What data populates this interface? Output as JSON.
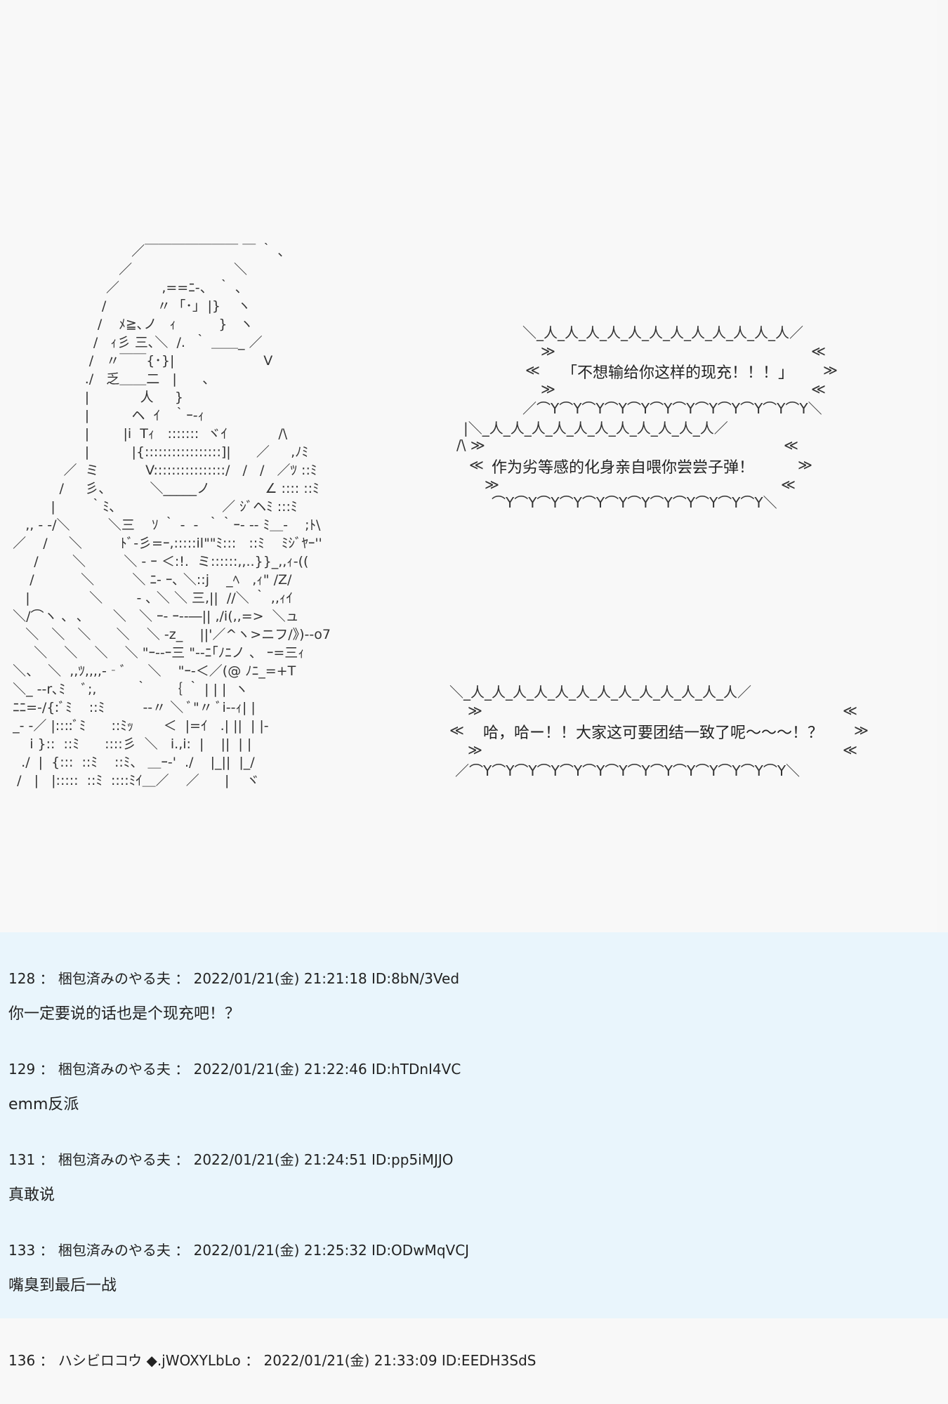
{
  "ascii_art": {
    "lines": [
      "                              ／￣￣￣￣￣￣￣ ￣ ｀ 、",
      "                           ／                        ＼",
      "                        ／          ,==ﾆ-、 ｀ 、",
      "                       /            〃  ｢･｣  |}    ヽ",
      "                      /    ﾒ≧､ノ   ｨ          }   ヽ",
      "                     /   ｨ彡 三､＼  /.  ｀ ＿＿_ ／",
      "                    /   〃￣￣{･}|                     V",
      "                   ./   乏＿＿二   |      、",
      "                   |            人     }",
      "                   |          ヘ  ｲ   ｀ｰ‐ｨ",
      "                   |        |i  Tｨ   :::::::  ヾｲ            /\\",
      "                   |          |{:::::::::::::::::]|      ／     ,ﾉﾐ",
      "              ／  ミ           V::::::::::::::::/   /   /   ／ﾂ ::ﾐ",
      "             /     彡、         ＼_____ノ             ∠ :::: ::ﾐ",
      "           |        ｀ﾐ､                         ／ ｼﾞヘﾐ :::ﾐ",
      "     ,, - ‐/＼         ＼三    ｿ ｀ -  -  ｀｀ｰ- -‐ ﾐ＿‐    ;ﾄ\\",
      "  ／    /     ＼         ﾄﾞ‐彡=ｰ,:::::il\"\"ﾐ:::   ::ﾐ    ﾐｼﾞﾔｰ''",
      "       /        ＼         ＼ ‐ ｰ ＜:!.  ミ::::::,,..}}_,,ｨ-((",
      "      /           ＼         ＼ ﾆ‐ ｰ､ ＼::j    _ﾍ   ,ｨ\" /Z/",
      "     |              ＼        ‐ ､ ＼ ＼ 三,||  //＼ ｀ ,,ｨｲ",
      "  ＼/⌒ヽ ､  ､       ＼   ＼ ｰ‐ ｰ‐‐―|| ,/i(,,=>  ＼ュ",
      "     ＼   ＼   ＼      ＼    ＼ ‐z_    ||'／^ヽ>ニフ/》)‐‐o7",
      "       ＼    ＼    ＼    ＼ \"ｰ-‐ｰ三 \"‐‐ﾆ｢ﾉﾆノ 、 ｰ=三ｨ",
      "  ＼、  ＼  ,,ﾂ,,,,‐‐ﾞ     ＼    \"ｰ‐＜／(@ ﾉﾆ_=+T",
      "  ＼_ ‐‐r､ﾐ    ﾞ;,         ｀     ｛ ｀ | | |  ヽ",
      "  ﾆﾆ=‐/{:ﾞﾐ    ::ﾐ         ‐‐〃 ＼ ﾞ\"〃 ﾞi‐‐ｨ| |",
      "  _- ‐／ |::::ﾞﾐ      ::ﾐｯ       ＜  |=ｲ   .| ||  | |‐",
      "      i }::  ::ﾐ      ::::彡  ＼   i.,i:  |    ||  | |",
      "    ./  |  {:::  ::ﾐ    ::ﾐ、 ＿ｰ‐'  ./    |_||  |_/",
      "   /   |   |:::::  ::ﾐ  ::::ﾐｲ＿／    ／      |    ヾ"
    ]
  },
  "bubbles": [
    {
      "top": "＼_人_人_人_人_人_人_人_人_人_人_人_人／",
      "side_left_1": "≫",
      "side_right_1": "≪",
      "text_left": "≪",
      "text": "「不想输给你这样的现充！！！」",
      "text_right": "≫",
      "side_left_2": "≫",
      "side_right_2": "≪",
      "bottom": "／⌒Y⌒Y⌒Y⌒Y⌒Y⌒Y⌒Y⌒Y⌒Y⌒Y⌒Y⌒Y＼"
    },
    {
      "top": "|＼_人_人_人_人_人_人_人_人_人_人_人／",
      "side_left_1": "/\\ ≫",
      "side_right_1": "≪",
      "text_left": "≪",
      "text": "作为劣等感的化身亲自喂你尝尝子弹！",
      "text_right": "≫",
      "side_left_2": "≫",
      "side_right_2": "≪",
      "bottom": "⌒Y⌒Y⌒Y⌒Y⌒Y⌒Y⌒Y⌒Y⌒Y⌒Y⌒Y⌒Y＼"
    },
    {
      "top": "＼_人_人_人_人_人_人_人_人_人_人_人_人_人／",
      "side_left_1": "≫",
      "side_right_1": "≪",
      "text_left": "≪",
      "text": "哈，哈ー！！大家这可要团结一致了呢～～～！？",
      "text_right": "≫",
      "side_left_2": "≫",
      "side_right_2": "≪",
      "bottom": "／⌒Y⌒Y⌒Y⌒Y⌒Y⌒Y⌒Y⌒Y⌒Y⌒Y⌒Y⌒Y⌒Y⌒Y＼"
    }
  ],
  "posts": [
    {
      "header": "128 ： 梱包済みのやる夫 ： 2022/01/21(金) 21:21:18 ID:8bN/3Ved",
      "body": "你一定要说的话也是个现充吧！？"
    },
    {
      "header": "129 ： 梱包済みのやる夫 ： 2022/01/21(金) 21:22:46 ID:hTDnI4VC",
      "body": "emm反派"
    },
    {
      "header": "131 ： 梱包済みのやる夫 ： 2022/01/21(金) 21:24:51 ID:pp5iMJJO",
      "body": "真敢说"
    },
    {
      "header": "133 ： 梱包済みのやる夫 ： 2022/01/21(金) 21:25:32 ID:ODwMqVCJ",
      "body": "嘴臭到最后一战"
    },
    {
      "header": "136 ： ハシビロコウ ◆.jWOXYLbLo ： 2022/01/21(金) 21:33:09 ID:EEDH3SdS"
    }
  ],
  "colors": {
    "post_bg": "#e9f5fc",
    "page_bg": "#f8f8f8"
  }
}
